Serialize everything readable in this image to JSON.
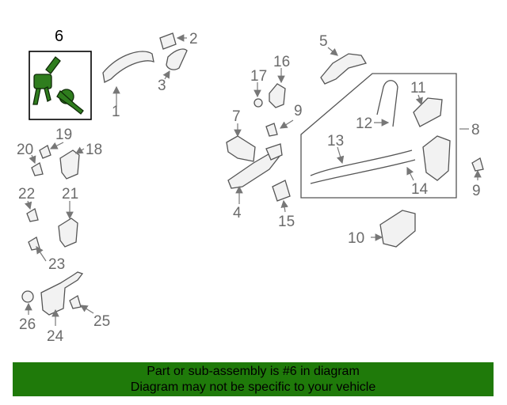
{
  "diagram": {
    "callouts": [
      "1",
      "2",
      "3",
      "4",
      "5",
      "6",
      "7",
      "8",
      "9",
      "9",
      "10",
      "11",
      "12",
      "13",
      "14",
      "15",
      "16",
      "17",
      "18",
      "19",
      "20",
      "21",
      "22",
      "23",
      "24",
      "25",
      "26"
    ],
    "highlight_callout": "6",
    "colors": {
      "highlight_fill": "#2f7d1e",
      "footer_bg": "#1f7a0a"
    }
  },
  "footer": {
    "line1": "Part or sub-assembly is #6 in diagram",
    "line2": "Diagram may not be specific to your vehicle"
  }
}
